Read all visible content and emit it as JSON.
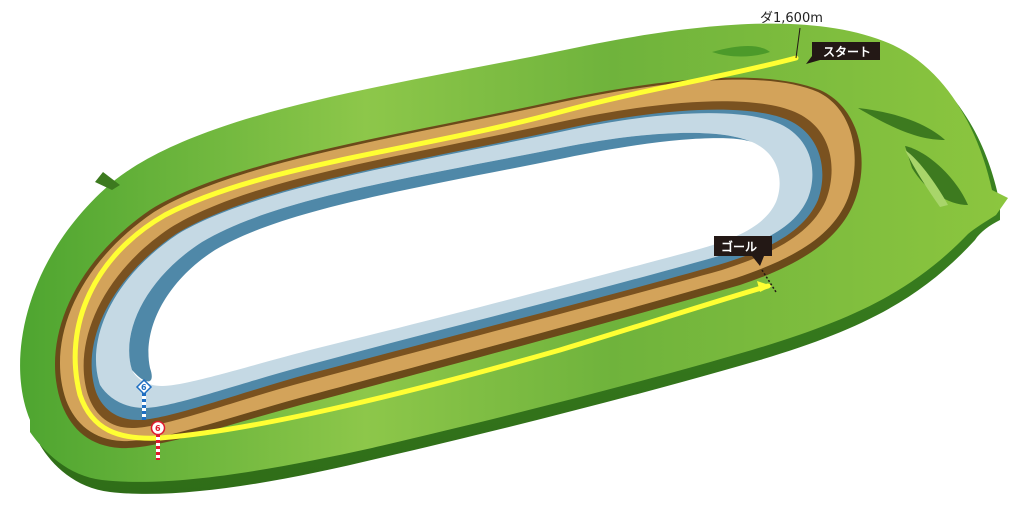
{
  "course": {
    "distance_label": "ダ1,600m",
    "start_label": "スタート",
    "goal_label": "ゴール"
  },
  "markers": {
    "blue_pole_number": "6",
    "red_pole_number": "6"
  },
  "colors": {
    "grass_light": "#8cc63f",
    "grass_dark": "#4c9a2a",
    "grass_edge": "#3d7a1f",
    "turf_track": "#d3a35a",
    "turf_track_edge": "#8a5f22",
    "dirt_top": "#c5d9e4",
    "dirt_side": "#4f88a8",
    "route": "#ffff33",
    "label_bg": "#231815",
    "pole_blue": "#1f6fc2",
    "pole_red": "#e0182d"
  }
}
